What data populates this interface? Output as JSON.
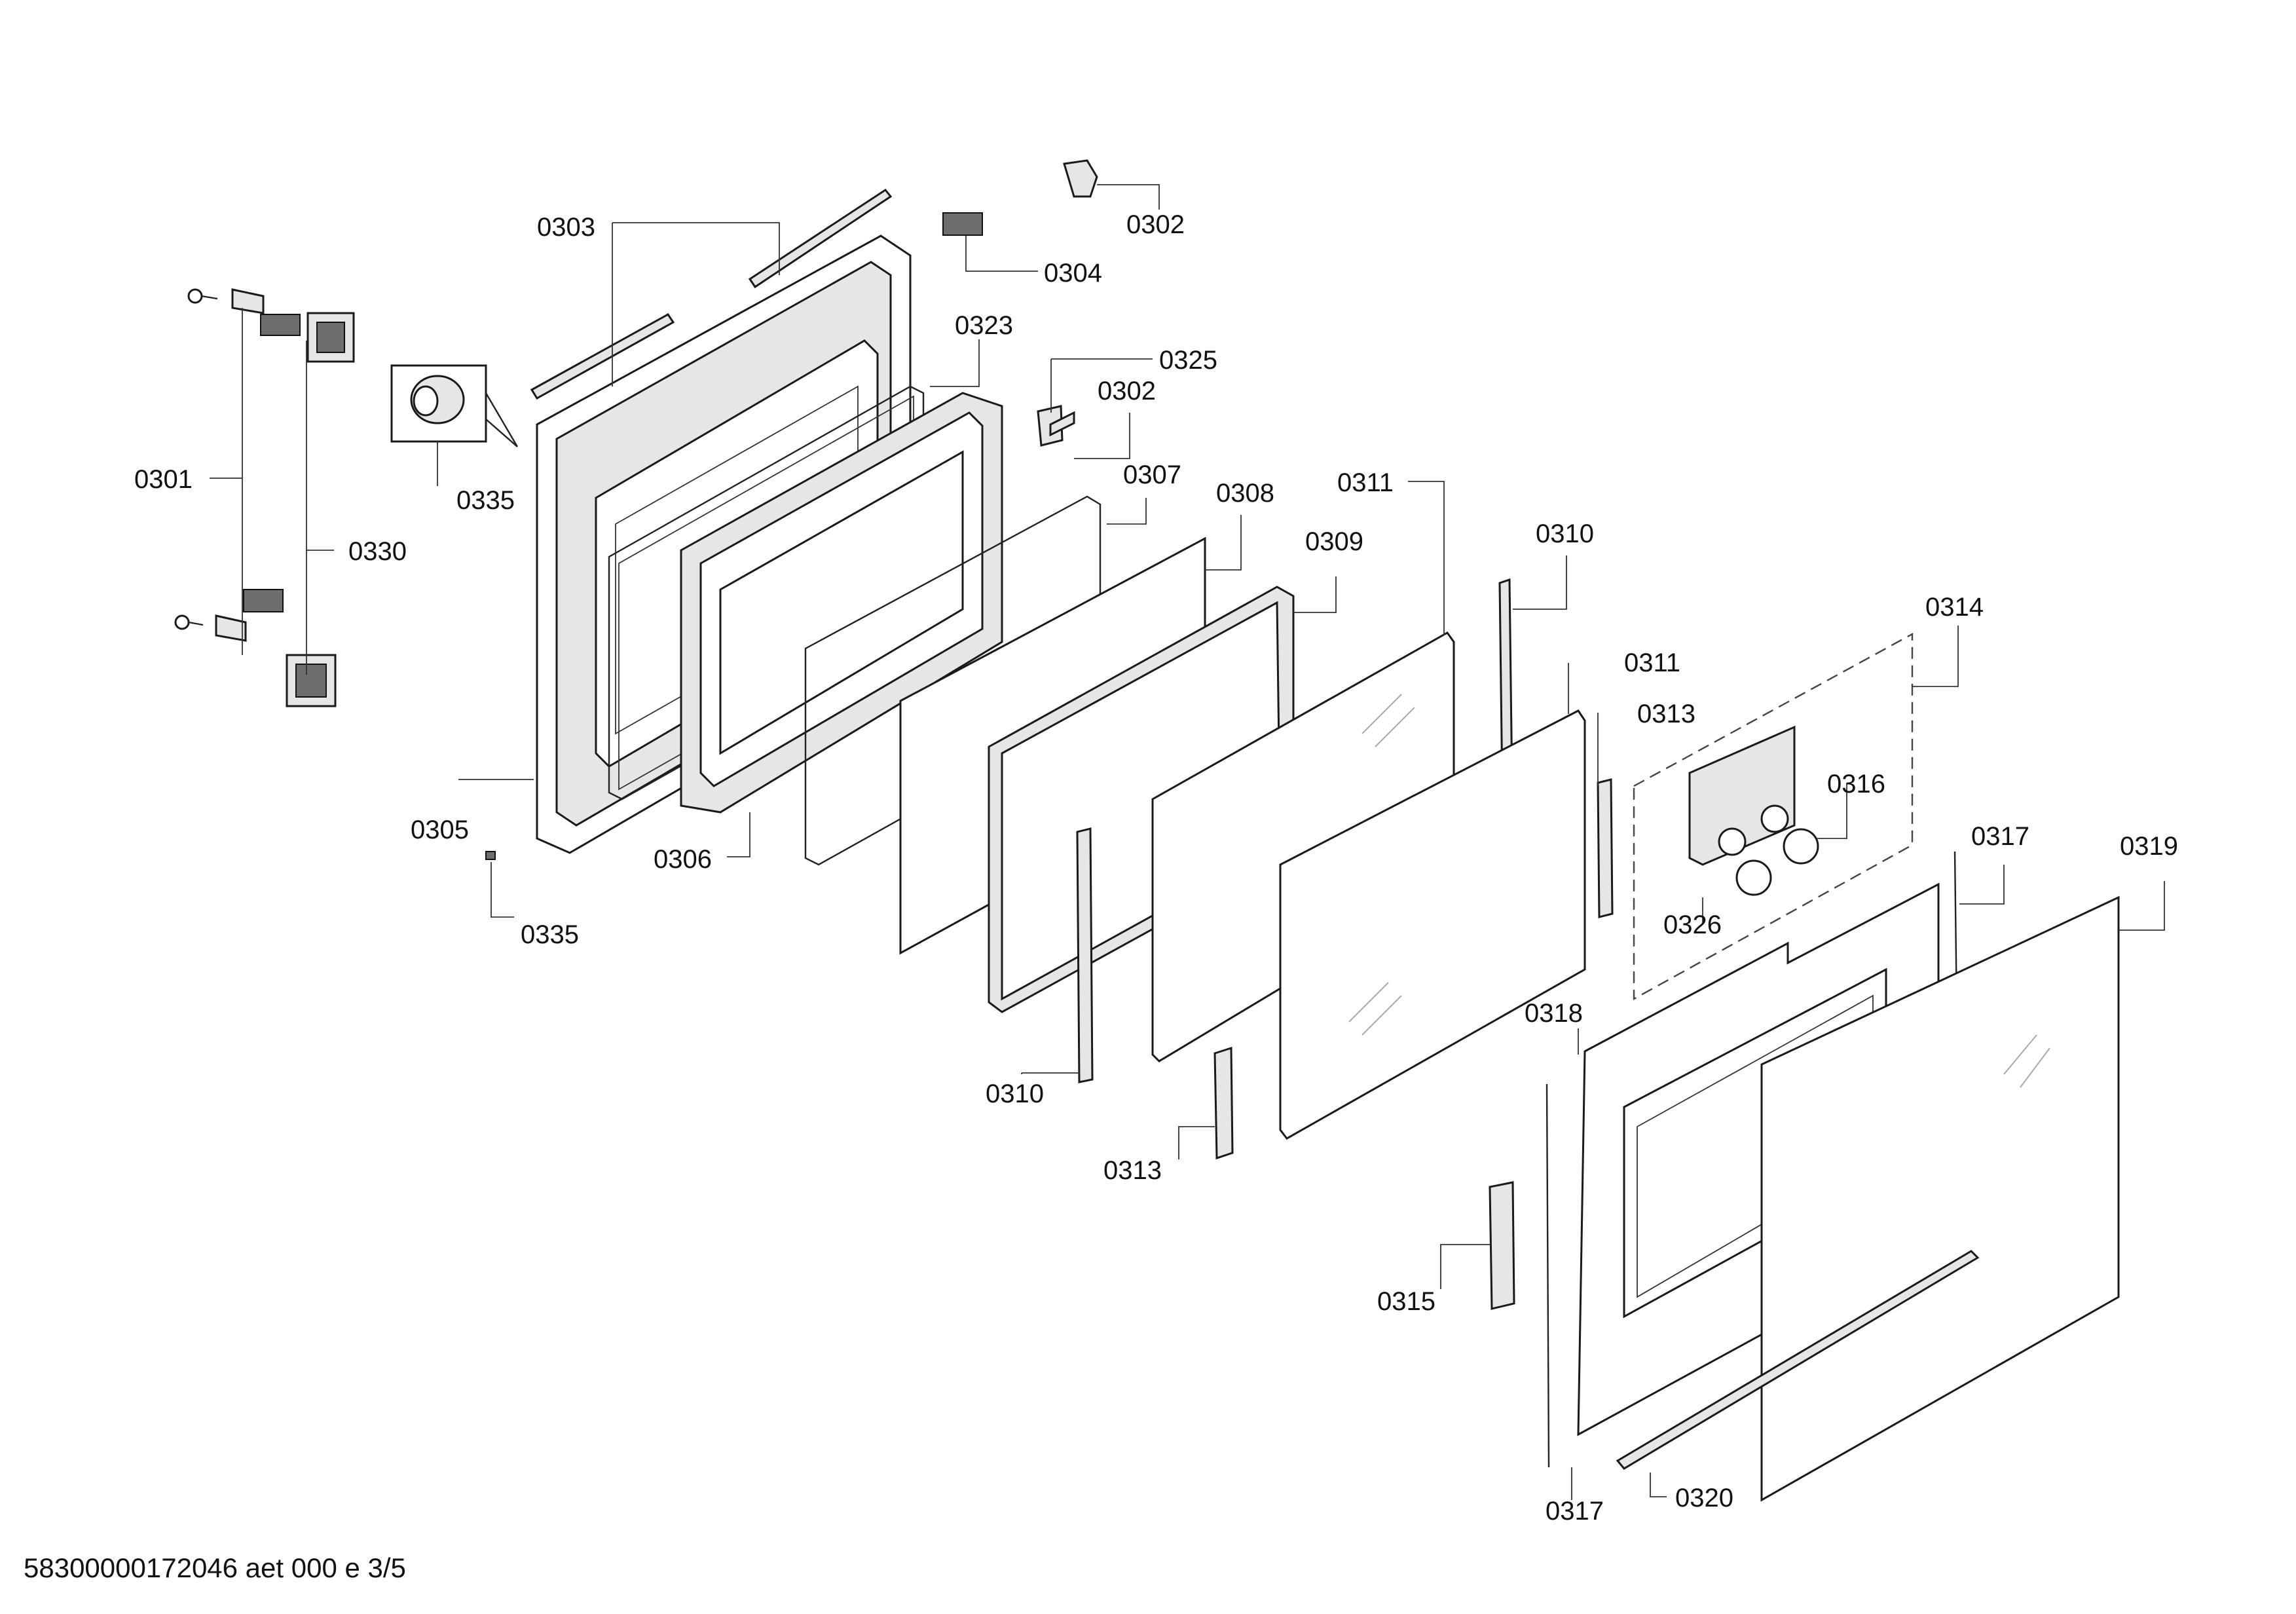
{
  "callouts": {
    "c0301": "0301",
    "c0302a": "0302",
    "c0302b": "0302",
    "c0303": "0303",
    "c0304": "0304",
    "c0305": "0305",
    "c0306": "0306",
    "c0307": "0307",
    "c0308": "0308",
    "c0309": "0309",
    "c0310a": "0310",
    "c0310b": "0310",
    "c0311a": "0311",
    "c0311b": "0311",
    "c0313a": "0313",
    "c0313b": "0313",
    "c0314": "0314",
    "c0315": "0315",
    "c0316": "0316",
    "c0317a": "0317",
    "c0317b": "0317",
    "c0318": "0318",
    "c0319": "0319",
    "c0320": "0320",
    "c0323": "0323",
    "c0325": "0325",
    "c0326": "0326",
    "c0330": "0330",
    "c0335a": "0335",
    "c0335b": "0335"
  },
  "footer": {
    "document_id": "58300000172046 aet 000 e 3/5"
  }
}
